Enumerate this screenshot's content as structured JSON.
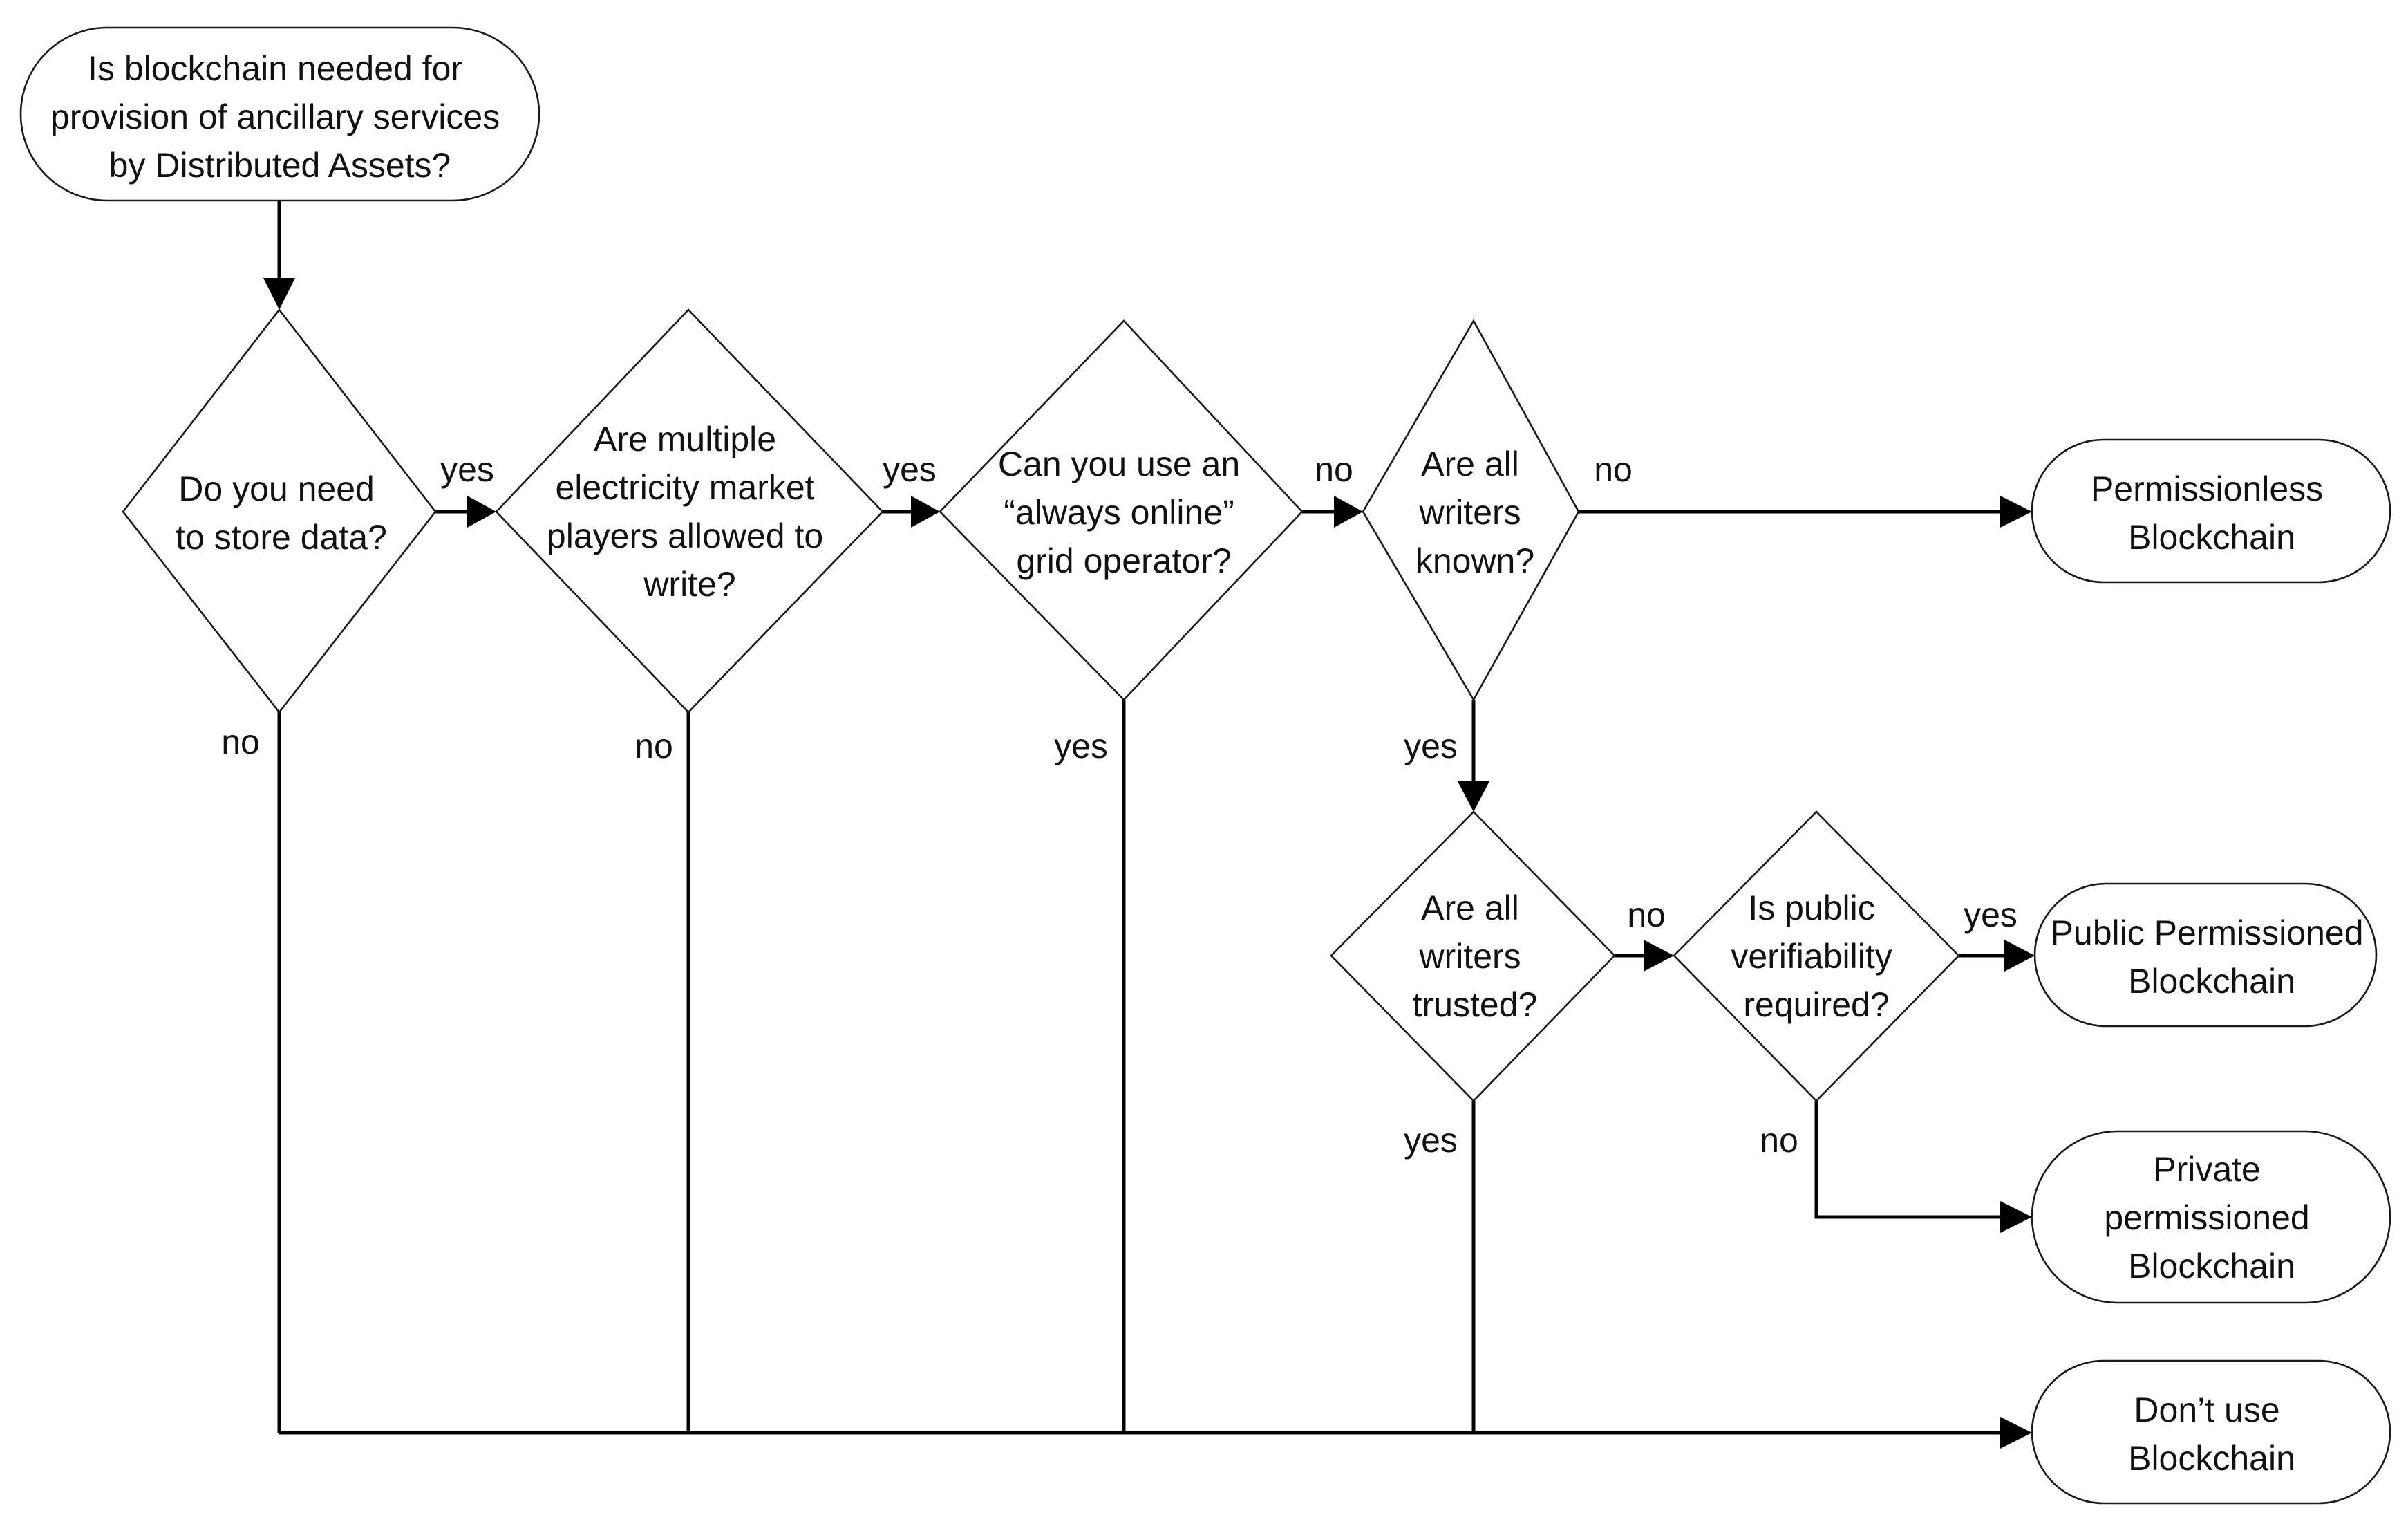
{
  "nodes": {
    "start": {
      "lines": [
        "Is blockchain needed for",
        "provision of ancillary services",
        "by Distributed Assets?"
      ]
    },
    "d1": {
      "lines": [
        "Do you need",
        "to store data?"
      ]
    },
    "d2": {
      "lines": [
        "Are multiple",
        "electricity market",
        "players allowed to",
        "write?"
      ]
    },
    "d3": {
      "lines": [
        "Can you use an",
        "“always online”",
        "grid operator?"
      ]
    },
    "d4": {
      "lines": [
        "Are all",
        "writers",
        "known?"
      ]
    },
    "d5": {
      "lines": [
        "Are all",
        "writers",
        "trusted?"
      ]
    },
    "d6": {
      "lines": [
        "Is public",
        "verifiability",
        "required?"
      ]
    },
    "t1": {
      "lines": [
        "Permissionless",
        "Blockchain"
      ]
    },
    "t2": {
      "lines": [
        "Public Permissioned",
        "Blockchain"
      ]
    },
    "t3": {
      "lines": [
        "Private",
        "permissioned",
        "Blockchain"
      ]
    },
    "t4": {
      "lines": [
        "Don’t use",
        "Blockchain"
      ]
    }
  },
  "edges": {
    "d1_yes": "yes",
    "d1_no": "no",
    "d2_yes": "yes",
    "d2_no": "no",
    "d3_no": "no",
    "d3_yes": "yes",
    "d4_no": "no",
    "d4_yes": "yes",
    "d5_no": "no",
    "d5_yes": "yes",
    "d6_yes": "yes",
    "d6_no": "no"
  }
}
